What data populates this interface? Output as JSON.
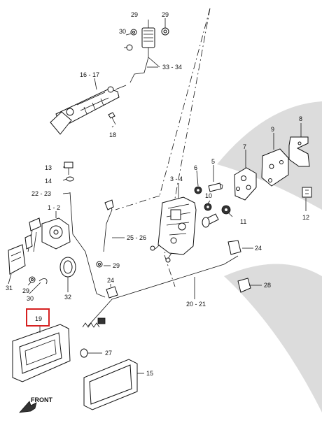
{
  "diagram": {
    "callouts": {
      "c29a": "29",
      "c30a": "30",
      "c29b": "29",
      "c33_34": "33 - 34",
      "c16_17": "16 - 17",
      "c18": "18",
      "c8": "8",
      "c9": "9",
      "c7": "7",
      "c6": "6",
      "c5": "5",
      "c3_4": "3 - 4",
      "c13": "13",
      "c14": "14",
      "c22_23": "22 - 23",
      "c1_2": "1 - 2",
      "c10": "10",
      "c11": "11",
      "c12": "12",
      "c25_26": "25 - 26",
      "c24a": "24",
      "c24b": "24",
      "c29c": "29",
      "c29d": "29",
      "c30b": "30",
      "c31": "31",
      "c32": "32",
      "c28": "28",
      "c20_21": "20 - 21",
      "c19": "19",
      "c27": "27",
      "c15": "15",
      "front": "FRONT"
    },
    "highlight_color": "#d62020",
    "shade_color": "#d9d9d9"
  }
}
